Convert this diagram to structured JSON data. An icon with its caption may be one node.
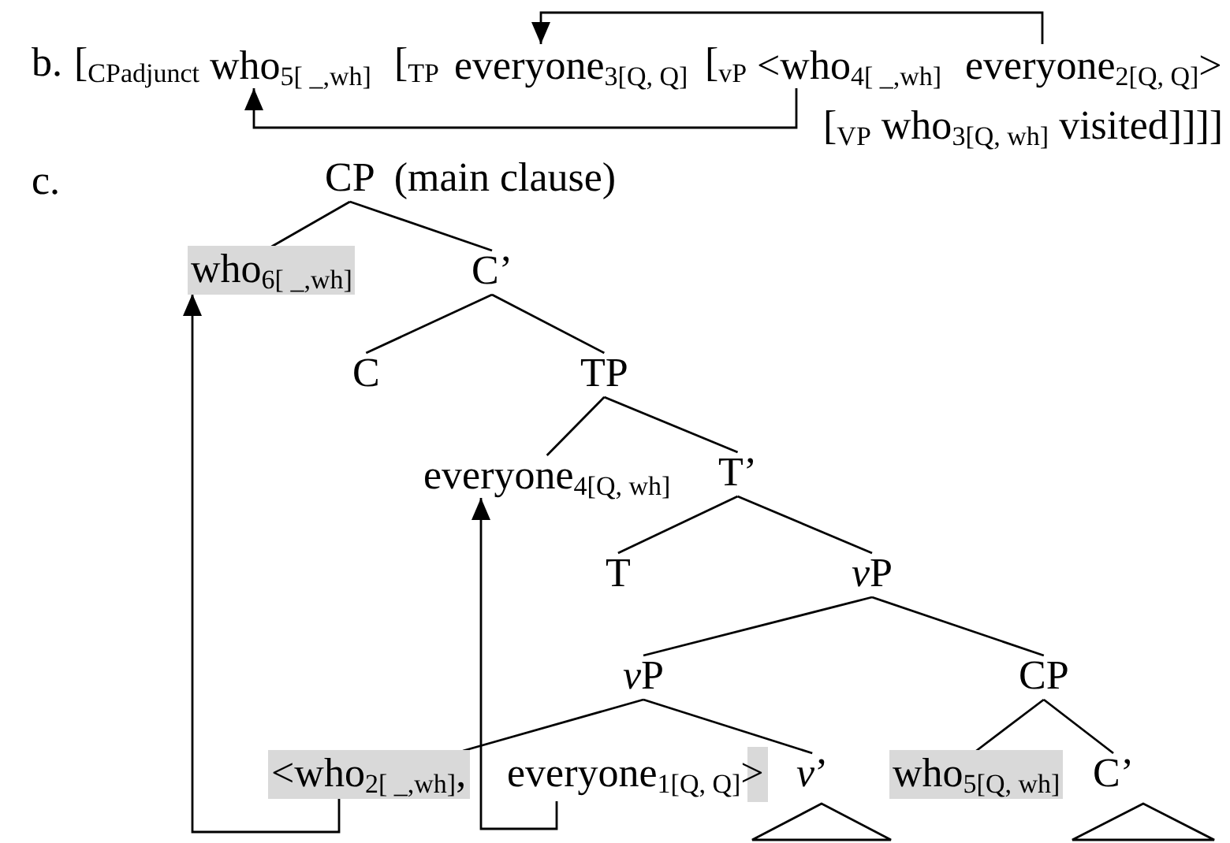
{
  "diagram": {
    "nodes": [
      {
        "text": [
          "who$_{5[ _,wh]}$"
        ]
      },
      {
        "text": [
          "everyone$_{3[Q, Q]}$"
        ]
      },
      {
        "text": [
          "<who$_{4[ _,wh]}$"
        ]
      },
      {
        "text": [
          "everyone$_{2[Q, Q]}$>"
        ]
      },
      {
        "text": [
          "CP"
        ],
        "beside": [
          "(main clause)"
        ]
      },
      {
        "text": [
          "who$_{6[ _,wh]}$"
        ]
      },
      {
        "text": [
          "C’"
        ]
      },
      {
        "text": [
          "C"
        ]
      },
      {
        "text": [
          "TP"
        ]
      },
      {
        "text": [
          "everyone$_{4[Q, wh]}$"
        ]
      },
      {
        "text": [
          "T’"
        ]
      },
      {
        "text": [
          "T"
        ]
      },
      {
        "text": [
          "vP"
        ]
      },
      {
        "text": [
          "vP"
        ]
      },
      {
        "text": [
          "CP"
        ]
      },
      {
        "text": [
          "<who$_{2[ _,wh]}$,"
        ]
      },
      {
        "text": [
          "everyone$_{1[Q, Q]}$>"
        ]
      },
      {
        "text": [
          "*v*’"
        ]
      },
      {
        "text": [
          "who$_{5[Q, wh]}$"
        ]
      },
      {
        "text": [
          "C’"
        ]
      },
      {
        "text": [],
        "shape": "triangle"
      },
      {
        "text": [],
        "shape": "triangle"
      }
    ],
    "edges": [
      {
        "from": 3,
        "to": 1,
        "arrow": "to"
      },
      {
        "from": 2,
        "to": 0,
        "arrow": "to"
      },
      {
        "from": 4,
        "to": 5,
        "arrow": "none"
      },
      {
        "from": 4,
        "to": 6,
        "arrow": "none"
      },
      {
        "from": 6,
        "to": 7,
        "arrow": "none"
      },
      {
        "from": 6,
        "to": 8,
        "arrow": "none"
      },
      {
        "from": 8,
        "to": 9,
        "arrow": "none"
      },
      {
        "from": 8,
        "to": 10,
        "arrow": "none"
      },
      {
        "from": 10,
        "to": 11,
        "arrow": "none"
      },
      {
        "from": 10,
        "to": 12,
        "arrow": "none"
      },
      {
        "from": 12,
        "to": 13,
        "arrow": "none"
      },
      {
        "from": 12,
        "to": 14,
        "arrow": "none"
      },
      {
        "from": 13,
        "to": 15,
        "arrow": "none"
      },
      {
        "from": 13,
        "to": 17,
        "arrow": "none"
      },
      {
        "from": 14,
        "to": 18,
        "arrow": "none"
      },
      {
        "from": 14,
        "to": 19,
        "arrow": "none"
      },
      {
        "from": 15,
        "to": 5,
        "arrow": "to"
      },
      {
        "from": 16,
        "to": 9,
        "arrow": "to"
      }
    ],
    "labels": [
      "b.",
      "[$_{CPadjunct}$",
      "[$_{TP}$",
      "[$_{vP}$",
      "[$_{VP}$ who$_{3[Q, wh]}$ visited]]]]",
      "c."
    ]
  }
}
